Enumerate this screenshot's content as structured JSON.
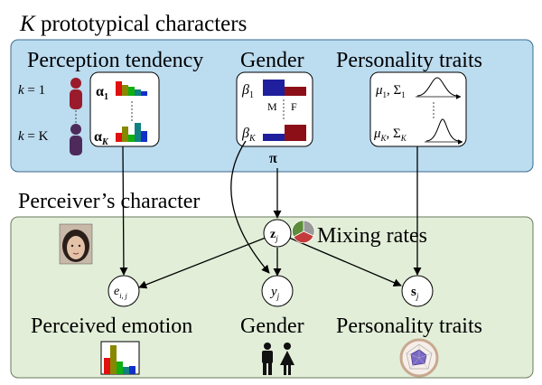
{
  "top_title": {
    "prefix": "K",
    "rest": " prototypical characters"
  },
  "bottom_title": "Perceiver’s character",
  "top_panel": {
    "perception": {
      "header": "Perception tendency",
      "k_first": {
        "var": "k",
        "eq": " = 1"
      },
      "k_last": {
        "var": "k",
        "eq": " = K"
      },
      "alpha_first": {
        "sym": "α",
        "sub": "1"
      },
      "alpha_last": {
        "sym": "α",
        "sub": "K"
      }
    },
    "gender": {
      "header": "Gender",
      "beta_first": {
        "sym": "β",
        "sub": "1"
      },
      "beta_last": {
        "sym": "β",
        "sub": "K"
      },
      "male_label": "M",
      "female_label": "F",
      "pi_label": "π"
    },
    "personality": {
      "header": "Personality traits",
      "params_first": {
        "mu": "μ",
        "sub1": "1",
        "sep": ", ",
        "sigma": "Σ",
        "sub2": "1"
      },
      "params_last": {
        "mu": "μ",
        "sub1": "K",
        "sep": ", ",
        "sigma": "Σ",
        "sub2": "K"
      }
    }
  },
  "bottom_panel": {
    "z_node": {
      "sym": "z",
      "sub": "j"
    },
    "mixing_label": "Mixing rates",
    "e_node": {
      "sym": "e",
      "sub": "i, j"
    },
    "y_node": {
      "sym": "y",
      "sub": "j"
    },
    "s_node": {
      "sym": "s",
      "sub": "j"
    },
    "perceived_label": "Perceived emotion",
    "gender_label": "Gender",
    "personality_label": "Personality traits"
  },
  "colors": {
    "top_panel_fill": "#bcdcf0",
    "bottom_panel_fill": "#e2eed8",
    "male_blue": "#1f1f9e",
    "female_red": "#8c0f17",
    "person_red": "#9a1c2c",
    "person_purple": "#4e2a5c",
    "pie_red": "#c43a3a",
    "pie_green": "#5c8c3c",
    "pie_gray": "#9a9a9a",
    "bar_red": "#e01010",
    "bar_olive": "#888800",
    "bar_green": "#10b010",
    "bar_teal": "#108080",
    "bar_blue": "#1030c8"
  },
  "icons": [
    "person-icon",
    "histogram-icon",
    "gaussian-curve-icon",
    "face-photo",
    "pie-chart-icon",
    "male-female-icon",
    "radar-chart-icon"
  ]
}
